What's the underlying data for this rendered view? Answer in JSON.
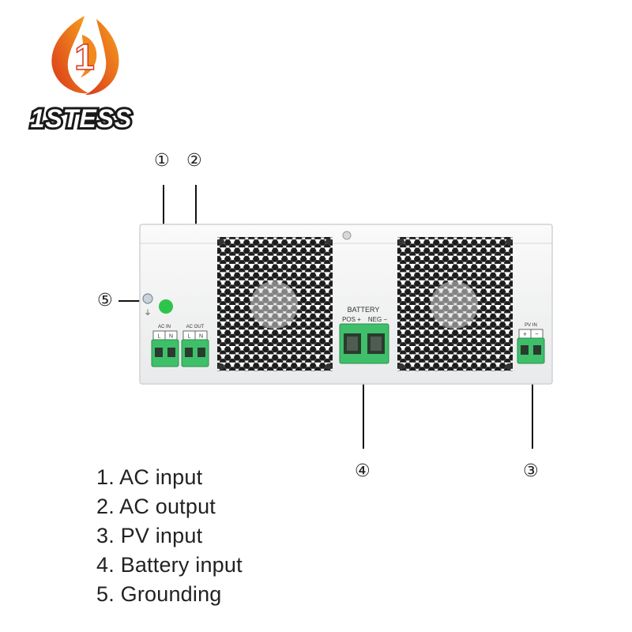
{
  "brand": {
    "name": "1STESS",
    "logo_mark_digit": "1",
    "colors": {
      "flame_dark": "#d9361b",
      "flame_light": "#f6a21c",
      "wordmark": "#1a1a1a"
    }
  },
  "callouts": [
    {
      "id": "ac-input",
      "symbol": "①"
    },
    {
      "id": "ac-output",
      "symbol": "②"
    },
    {
      "id": "pv-input",
      "symbol": "③"
    },
    {
      "id": "battery-input",
      "symbol": "④"
    },
    {
      "id": "grounding",
      "symbol": "⑤"
    }
  ],
  "device": {
    "panel_color": "#f2f3f4",
    "terminal_color": "#3fbf6a",
    "ground_symbol": "⏚",
    "ac_in": {
      "label": "AC IN",
      "pins": [
        "L",
        "N"
      ]
    },
    "ac_out": {
      "label": "AC OUT",
      "pins": [
        "L",
        "N"
      ]
    },
    "battery": {
      "label": "BATTERY",
      "pos": "POS +",
      "neg": "NEG −"
    },
    "pv_in": {
      "label": "PV IN",
      "pins": [
        "+",
        "−"
      ]
    }
  },
  "legend": [
    "1. AC input",
    "2. AC output",
    "3. PV input",
    "4. Battery input",
    "5. Grounding"
  ]
}
